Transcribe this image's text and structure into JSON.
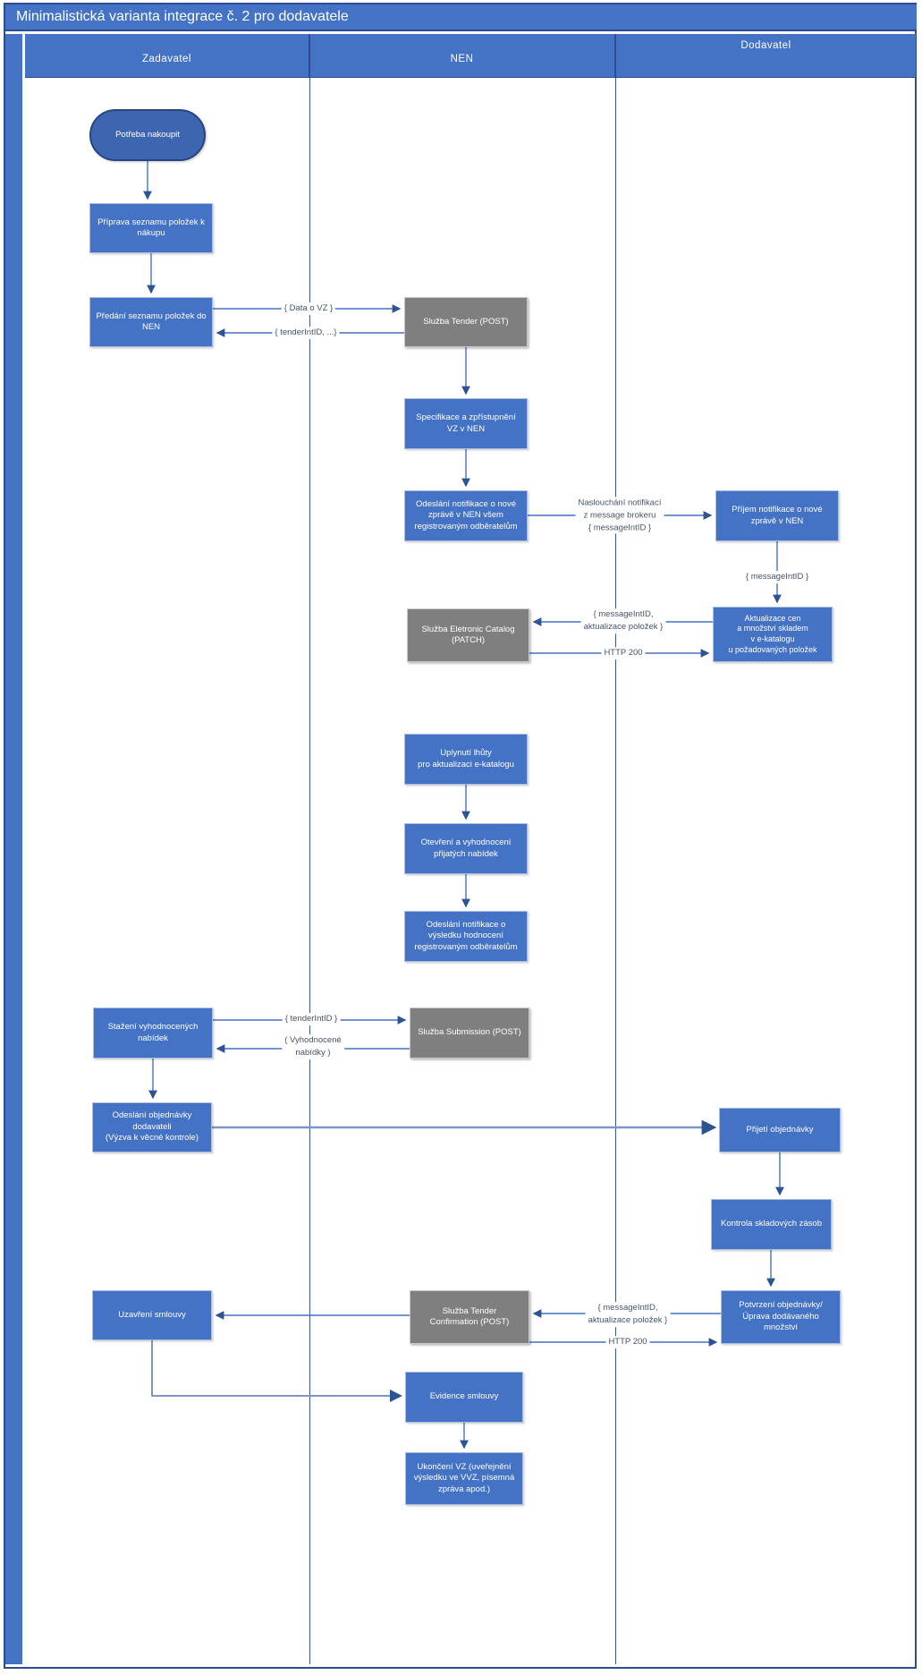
{
  "title": "Minimalistická varianta integrace č. 2 pro dodavatele",
  "lanes": {
    "zadavatel": "Zadavatel",
    "nen": "NEN",
    "dodavatel": "Dodavatel"
  },
  "colors": {
    "accent_blue": "#4472C4",
    "frame_border": "#2E4B8F",
    "gray_service_box": "#7F7F7F",
    "connector_blue": "#4472C4",
    "edge_label_text": "#44546A"
  },
  "nodes": {
    "potreba_nakoupit": "Potřeba nakoupit",
    "priprava_seznamu": "Příprava seznamu položek k nákupu",
    "predani_seznamu": "Předání seznamu položek do NEN",
    "sluzba_tender": "Služba Tender (POST)",
    "specifikace": "Specifikace a zpřístupnění VZ v NEN",
    "odeslani_notifikace_nova": "Odeslání notifikace o nové zprávě v NEN všem registrovaným odběratelům",
    "prijem_notifikace": "Příjem notifikace o nové zprávě v NEN",
    "sluzba_catalog": "Služba Eletronic Catalog (PATCH)",
    "aktualizace_cen": "Aktualizace cen\na množství skladem\nv e-katalogu\nu požadovaných položek",
    "uplynuti_lhuty": "Uplynutí lhůty\npro aktualizaci e-katalogu",
    "otevreni_vyhodnoceni": "Otevření a vyhodnocení přijatých nabídek",
    "odeslani_notifikace_vysledek": "Odeslání notifikace o výsledku hodnocení registrovaným odběratelům",
    "stazeni_nabidek": "Stažení vyhodnocených nabídek",
    "sluzba_submission": "Služba Submission (POST)",
    "odeslani_objednavky": "Odeslání objednávky\ndodavateli\n(Výzva k věcné kontrole)",
    "prijeti_objednavky": "Přijetí objednávky",
    "kontrola_zasob": "Kontrola skladových zásob",
    "uzavreni_smlouvy": "Uzavření smlouvy",
    "sluzba_confirmation": "Služba Tender\nConfirmation (POST)",
    "potvrzeni_objednavky": "Potvrzení objednávky/\nÚprava dodávaného\nmnožství",
    "evidence_smlouvy": "Evidence smlouvy",
    "ukonceni_vz": "Ukončení VZ (uveřejnění výsledku ve VVZ, písemná zpráva apod.)"
  },
  "edge_labels": {
    "data_o_vz": "{ Data o VZ }",
    "tender_int_id_response": "{ tenderIntID, ...}",
    "naslouchani": "Naslouchání notifikací\nz message brokeru\n{ messageIntID }",
    "message_int_id": "{ messageIntID }",
    "msg_aktualizace_1": "{ messageIntID,\naktualizace položek }",
    "http_200_1": "HTTP 200",
    "tender_int_id": "{ tenderIntID }",
    "vyhodnocene_nabidky": "( Vyhodnocené\nnabídky )",
    "msg_aktualizace_2": "{ messageIntID,\naktualizace položek }",
    "http_200_2": "HTTP 200"
  }
}
